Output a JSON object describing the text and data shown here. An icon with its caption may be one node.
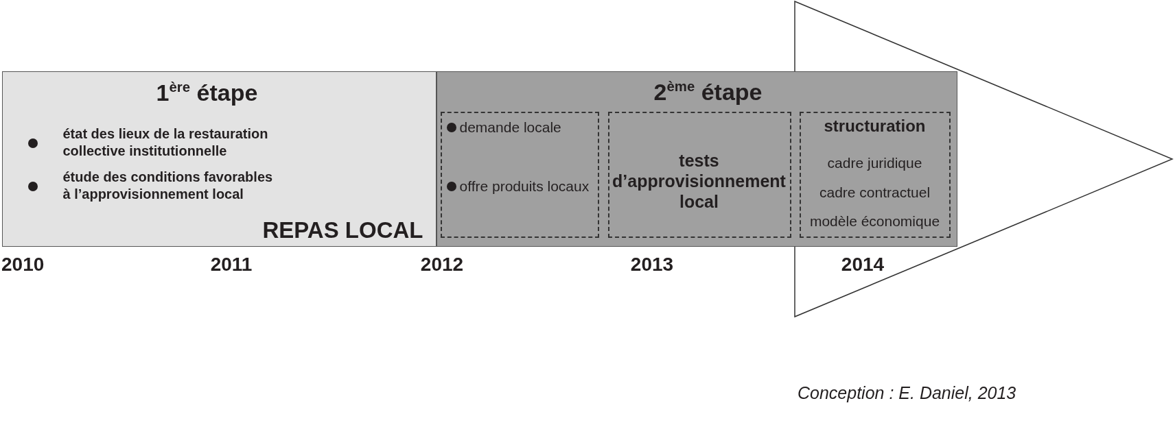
{
  "diagram": {
    "caption": "Conception : E. Daniel, 2013",
    "nodes": [
      {
        "text": [
          "1$^{ère}$ étape",
          "état des lieux de la restauration collective institutionnelle",
          "étude des conditions favorables à l’approvisionnement local",
          "REPAS LOCAL"
        ]
      },
      {
        "text": [
          "2$^{ème}$ étape"
        ]
      },
      {
        "text": [
          "demande locale",
          "offre produits locaux"
        ],
        "in": 1
      },
      {
        "text": [
          "tests d’approvisionnement local"
        ],
        "in": 1
      },
      {
        "text": [
          "structuration",
          "cadre juridique",
          "cadre contractuel",
          "modèle économique"
        ],
        "in": 1
      }
    ],
    "labels": [
      "2010",
      "2011",
      "2012",
      "2013",
      "2014"
    ]
  }
}
